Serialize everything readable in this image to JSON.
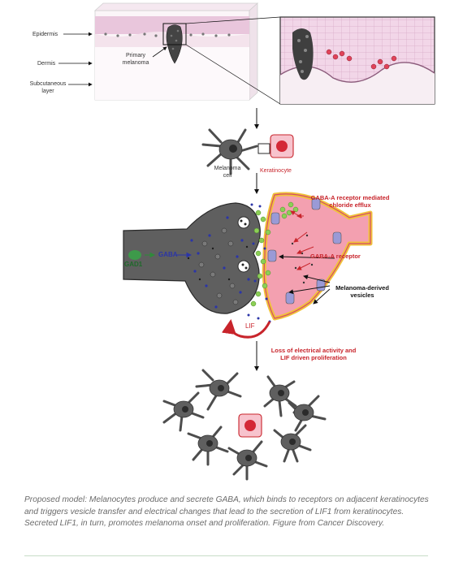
{
  "labels": {
    "epidermis": "Epidermis",
    "dermis": "Dermis",
    "subcutaneous": "Subcutaneous layer",
    "primary_melanoma": "Primary melanoma",
    "melanoma_cell": "Melanoma cell",
    "keratinocyte": "Keratinocyte",
    "gad1": "GAD1",
    "gaba": "GABA",
    "receptor_efflux": "GABA-A receptor mediated chloride efflux",
    "receptor": "GABA-A receptor",
    "vesicles": "Melanoma-derived vesicles",
    "lif": "LIF",
    "outcome": "Loss of electrical activity and LIF driven proliferation"
  },
  "caption": "Proposed model: Melanocytes produce and secrete GABA, which binds to receptors on adjacent keratinocytes and triggers vesicle transfer and electrical changes that lead to the secretion of LIF1 from keratinocytes. Secreted LIF1, in turn, promotes melanoma onset and proliferation. Figure from Cancer Discovery.",
  "colors": {
    "melanoma": "#5f5f5f",
    "keratinocyte": "#f3a0b0",
    "red_text": "#c8242b",
    "gaba_dots": "#2b35a8",
    "vesicles": "#7fbf4d"
  }
}
